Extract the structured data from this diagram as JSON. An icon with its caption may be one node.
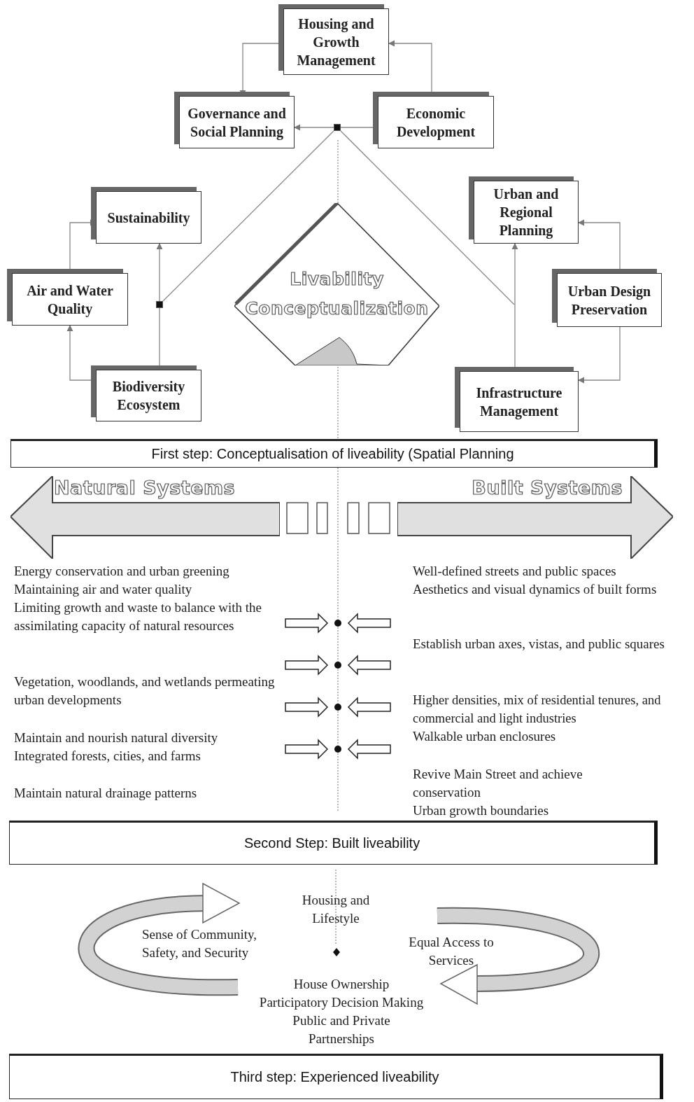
{
  "diagram": {
    "nodes": [
      {
        "text": [
          "Housing and Growth Management"
        ]
      },
      {
        "text": [
          "Governance and Social Planning"
        ]
      },
      {
        "text": [
          "Economic Development"
        ]
      },
      {
        "text": [
          "Sustainability"
        ]
      },
      {
        "text": [
          "Air and Water Quality"
        ]
      },
      {
        "text": [
          "Biodiversity Ecosystem"
        ]
      },
      {
        "text": [
          "Urban and Regional Planning"
        ]
      },
      {
        "text": [
          "Urban Design Preservation"
        ]
      },
      {
        "text": [
          "Infrastructure Management"
        ]
      },
      {
        "text": [
          "Livability Conceptualization"
        ]
      },
      {
        "text": [],
        "shape": "box"
      },
      {
        "text": [],
        "shape": "box"
      },
      {
        "text": [
          "First step: Conceptualisation of liveability (Spatial Planning"
        ]
      },
      {
        "text": [
          "Natural Systems"
        ]
      },
      {
        "text": [
          "Built Systems"
        ]
      },
      {
        "text": [
          "Second Step: Built liveability"
        ]
      },
      {
        "text": [
          "Third step: Experienced liveability"
        ]
      }
    ],
    "edges": [
      {
        "from": 0,
        "to": 1,
        "arrow": "to"
      },
      {
        "from": 2,
        "to": 0,
        "arrow": "to"
      },
      {
        "from": 10,
        "to": 1,
        "arrow": "to"
      },
      {
        "from": 2,
        "to": 10,
        "arrow": "none"
      },
      {
        "from": 10,
        "to": 11,
        "arrow": "none"
      },
      {
        "from": 10,
        "to": null,
        "arrow": "none"
      },
      {
        "from": 5,
        "to": 4,
        "arrow": "to"
      },
      {
        "from": 4,
        "to": 3,
        "arrow": "to"
      },
      {
        "from": 5,
        "to": 3,
        "arrow": "to"
      },
      {
        "from": 8,
        "to": 6,
        "arrow": "to"
      },
      {
        "from": 7,
        "to": 6,
        "arrow": "to"
      },
      {
        "from": 7,
        "to": 8,
        "arrow": "to"
      }
    ],
    "labels": [
      "Energy conservation and urban greening",
      "Maintaining air and water quality",
      "Limiting growth and waste to balance with the assimilating capacity of natural resources",
      "Vegetation, woodlands, and wetlands permeating urban developments",
      "Maintain and nourish natural diversity",
      "Integrated forests, cities, and farms",
      "Maintain natural drainage patterns",
      "Well-defined streets and public spaces",
      "Aesthetics and visual dynamics of built forms",
      "Establish urban axes, vistas, and public squares",
      "Higher densities, mix of residential tenures, and commercial and light industries",
      "Walkable urban enclosures",
      "Revive Main Street and achieve conservation",
      "Urban growth boundaries",
      "Housing and Lifestyle",
      "Sense of Community, Safety, and Security",
      "Equal Access to Services",
      "House Ownership",
      "Participatory Decision Making",
      "Public and Private Partnerships"
    ]
  }
}
